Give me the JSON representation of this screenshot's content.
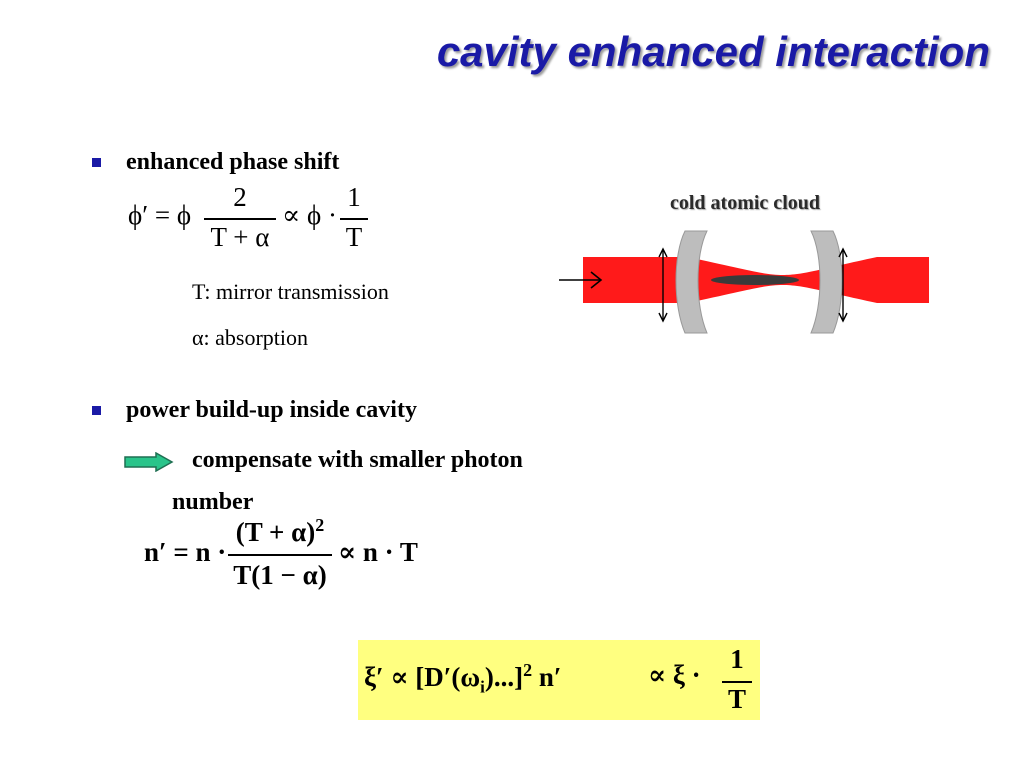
{
  "slide": {
    "title": "cavity enhanced interaction"
  },
  "bullets": [
    {
      "text": "enhanced phase shift"
    },
    {
      "text": "power build-up inside cavity"
    }
  ],
  "eq1": {
    "lhs": "ϕ′ = ϕ",
    "num1": "2",
    "den1": "T + α",
    "mid": "∝ ϕ ·",
    "num2": "1",
    "den2": "T"
  },
  "notes": {
    "t_def": "T:  mirror transmission",
    "alpha_def": "α: absorption"
  },
  "compensate": {
    "line1": "compensate with smaller photon",
    "line2": "number"
  },
  "eq2": {
    "lhs": "n′ = n ·",
    "num": "(T + α)",
    "num_exp": "2",
    "den": "T(1 − α)",
    "rhs": "∝ n · T"
  },
  "eq3": {
    "lhs": "ξ′ ∝ [D′(ω",
    "sub": "i",
    "mid": ")...]",
    "exp": "2",
    "n": "n′",
    "prop": "∝ ξ ·",
    "num": "1",
    "den": "T"
  },
  "diagram": {
    "label": "cold atomic cloud",
    "colors": {
      "beam": "#ff1a1a",
      "mirror": "#bdbdbd",
      "cloud": "#3a3a3a"
    }
  },
  "colors": {
    "title": "#1a1aa6",
    "bullet": "#1a1aa6",
    "highlight": "#ffff80",
    "arrow_fill": "#29c48a"
  }
}
